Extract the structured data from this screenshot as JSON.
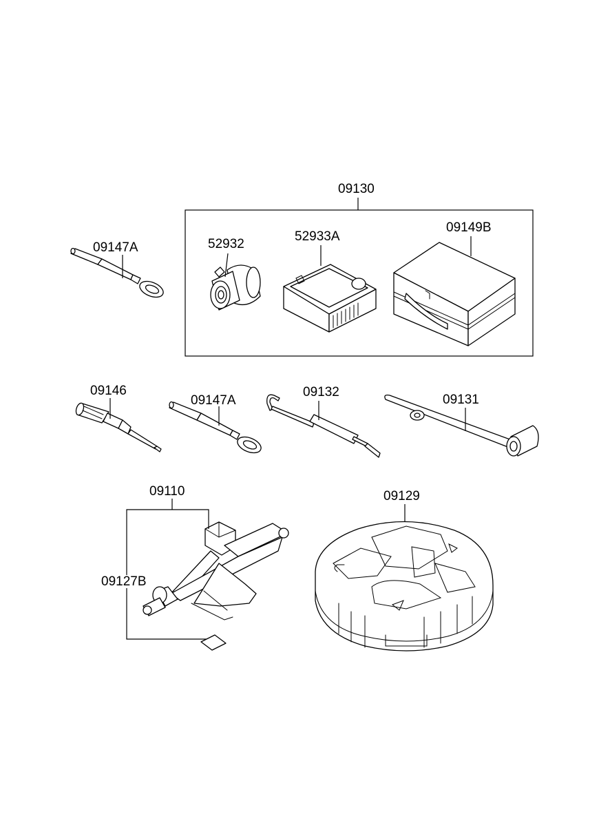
{
  "parts": {
    "kit_group": "09130",
    "tire_sealant": "52932",
    "compressor": "52933A",
    "case": "09149B",
    "eye_bar_top": "09147A",
    "screwdriver": "09146",
    "eye_bar_mid": "09147A",
    "hook_rod": "09132",
    "lug_wrench": "09131",
    "jack": "09110",
    "jack_label": "09127B",
    "tray": "09129"
  },
  "icons": [
    "eye-bar-icon",
    "sealant-bottle-icon",
    "compressor-icon",
    "case-icon",
    "screwdriver-icon",
    "hook-rod-icon",
    "lug-wrench-icon",
    "scissor-jack-icon",
    "label-tag-icon",
    "tool-tray-icon"
  ],
  "colors": {
    "line": "#000000",
    "background": "#ffffff"
  }
}
